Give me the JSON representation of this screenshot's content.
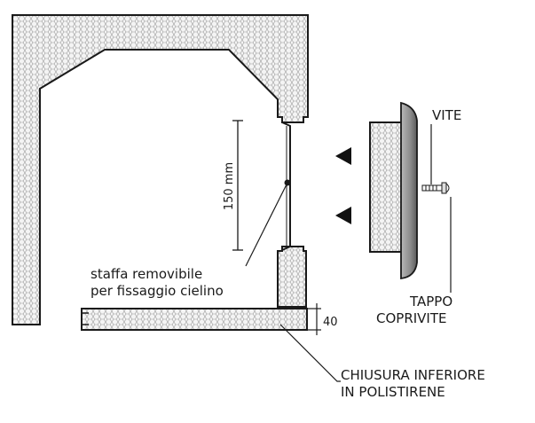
{
  "labels": {
    "dimension_mm": "150 mm",
    "staffa_line1": "staffa removibile",
    "staffa_line2": "per fissaggio cielino",
    "thickness": "40",
    "vite": "VITE",
    "tappo_line1": "TAPPO",
    "tappo_line2": "COPRIVITE",
    "chiusura_line1": "CHIUSURA INFERIORE",
    "chiusura_line2": "IN POLISTIRENE"
  },
  "icons": {
    "direction_arrows": "triangle-left-icon",
    "screw": "screw-icon"
  },
  "colors": {
    "panel_fill": "#f2f2f2",
    "line": "#1a1a1a",
    "cap_fill": "#8c8c8c"
  }
}
